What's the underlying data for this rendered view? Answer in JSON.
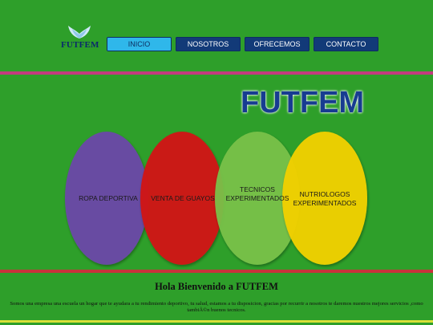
{
  "header": {
    "logo_text": "FUTFEM",
    "nav": [
      {
        "label": "INICIO",
        "active": true
      },
      {
        "label": "NOSOTROS",
        "active": false
      },
      {
        "label": "OFRECEMOS",
        "active": false
      },
      {
        "label": "CONTACTO",
        "active": false
      }
    ]
  },
  "hero": {
    "title": "FUTFEM",
    "circles": [
      {
        "label": "ROPA DEPORTIVA",
        "color": "#6b4aa6"
      },
      {
        "label": "VENTA DE GUAYOS",
        "color": "#d01818"
      },
      {
        "label": "TECNICOS EXPERIMENTADOS",
        "color": "#79c14a"
      },
      {
        "label": "NUTRIOLOGOS EXPERIMENTADOS",
        "color": "#f0d000"
      }
    ]
  },
  "intro": {
    "heading": "Hola Bienvenido a FUTFEM",
    "text": "Somos una empresa una escuela un hogar que te ayudara a tu rendimiento deportivo, tu salud, estamos a tu disposicion, gracias por recurrir a nosotros te daremos nuestros mejores servicios ,como tambiÃ©n buenos tecnicos."
  },
  "colors": {
    "background": "#2e9f2a",
    "nav_active": "#2fb7ea",
    "nav_default": "#123a78",
    "title": "#173c91"
  }
}
